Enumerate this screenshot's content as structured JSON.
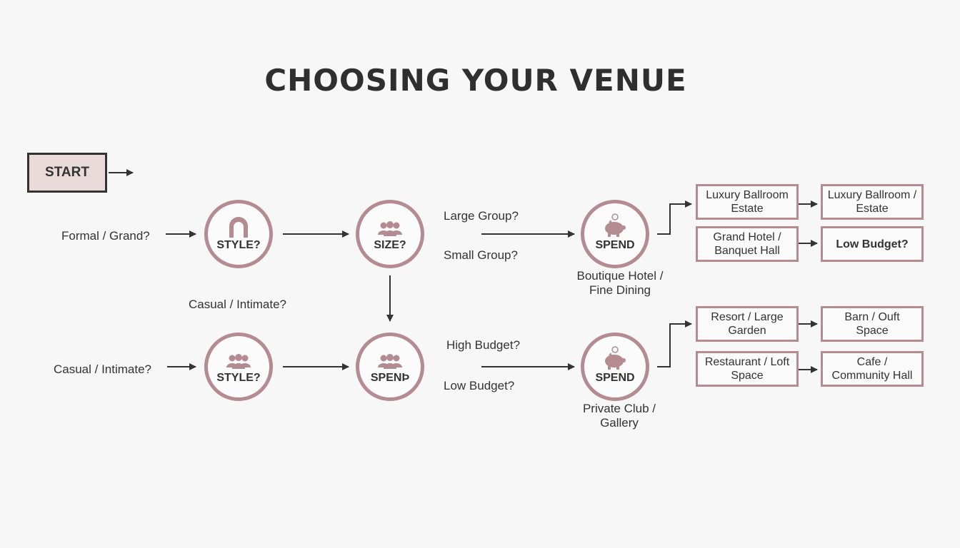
{
  "title": "CHOOSING YOUR VENUE",
  "start": "START",
  "nodes": {
    "style_top": "STYLE?",
    "size": "SIZE?",
    "spend_top": "SPEND",
    "style_bottom": "STYLE?",
    "spend_mid": "SPENϷ",
    "spend_bottom": "SPEND"
  },
  "labels": {
    "formal": "Formal / Grand?",
    "casual_mid": "Casual / Intimate?",
    "casual_left": "Casual / Intimate?",
    "large_group": "Large Group?",
    "small_group": "Small Group?",
    "high_budget": "High Budget?",
    "low_budget": "Low Budget?",
    "boutique": "Boutique Hotel / Fine Dining",
    "private_club": "Private Club / Gallery"
  },
  "venues": {
    "luxury_1": "Luxury Ballroom Estate",
    "luxury_2": "Luxury Ballroom / Estate",
    "grand_hotel": "Grand Hotel / Banquet Hall",
    "low_budget_box": "Low Budget?",
    "resort": "Resort / Large Garden",
    "barn": "Barn / Ouft Space",
    "restaurant": "Restaurant / Loft Space",
    "cafe": "Cafe / Community Hall"
  },
  "icons": {
    "style_top": "arch-icon",
    "size": "group-icon",
    "spend_top": "piggy-bank-icon",
    "style_bottom": "group-icon",
    "spend_mid": "group-icon",
    "spend_bottom": "piggy-bank-icon"
  },
  "colors": {
    "accent": "#b38b90",
    "start_fill": "#eadada",
    "text": "#333333"
  }
}
